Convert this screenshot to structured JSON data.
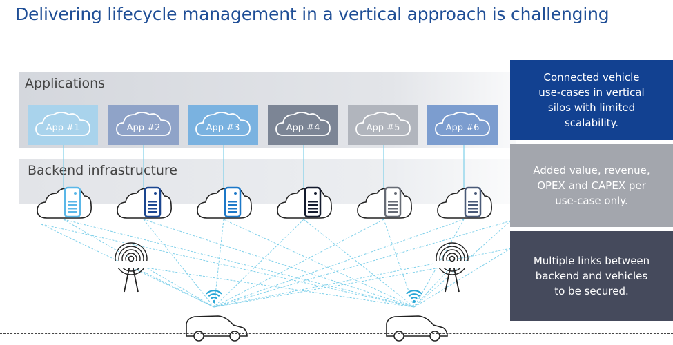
{
  "title": "Delivering lifecycle management in a vertical approach is challenging",
  "layers": {
    "applications": "Applications",
    "backend": "Backend infrastructure"
  },
  "apps": [
    {
      "label": "App #1",
      "color": "#a9d3ec"
    },
    {
      "label": "App #2",
      "color": "#8fa3c8"
    },
    {
      "label": "App #3",
      "color": "#7ab2e0"
    },
    {
      "label": "App #4",
      "color": "#7c8595"
    },
    {
      "label": "App #5",
      "color": "#b1b5bd"
    },
    {
      "label": "App #6",
      "color": "#7c9dcf"
    }
  ],
  "server_colors": [
    "#5ab7e8",
    "#1b4690",
    "#1c78c8",
    "#141b2e",
    "#666b75",
    "#4a5a78"
  ],
  "panels": [
    {
      "text": "Connected vehicle\nuse-cases in vertical\nsilos with limited\nscalability.",
      "color": "#124191"
    },
    {
      "text": "Added value, revenue,\nOPEX and CAPEX per\nuse-case only.",
      "color": "#a3a6ad"
    },
    {
      "text": "Multiple links between\nbackend and vehicles\nto be secured.",
      "color": "#454a5c"
    }
  ],
  "link_color": "#7fd0ea"
}
